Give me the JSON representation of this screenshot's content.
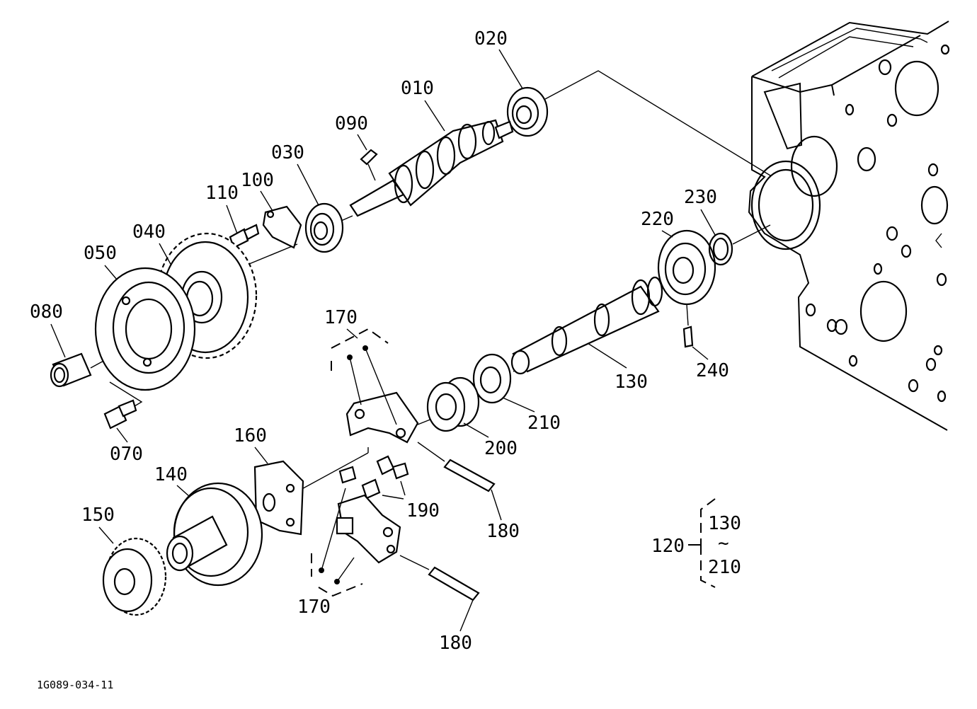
{
  "diagram": {
    "code": "1G089-034-11",
    "labels": {
      "p010": "010",
      "p020": "020",
      "p030": "030",
      "p040": "040",
      "p050": "050",
      "p070": "070",
      "p080": "080",
      "p090": "090",
      "p100": "100",
      "p110": "110",
      "p120": "120",
      "p130": "130",
      "p130b": "130",
      "p140": "140",
      "p150": "150",
      "p160": "160",
      "p170a": "170",
      "p170b": "170",
      "p180a": "180",
      "p180b": "180",
      "p190": "190",
      "p200": "200",
      "p210": "210",
      "p210b": "210",
      "p220": "220",
      "p230": "230",
      "p240": "240",
      "range_sep": "~"
    }
  }
}
